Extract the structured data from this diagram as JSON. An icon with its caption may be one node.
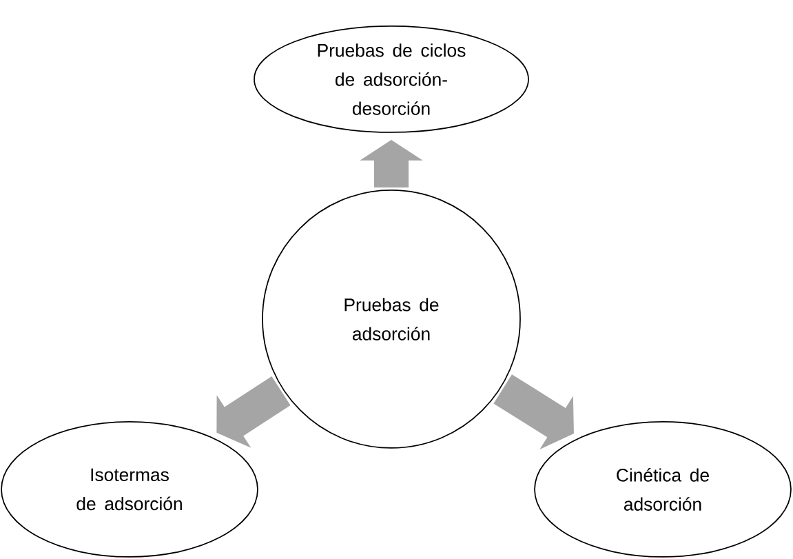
{
  "diagram": {
    "nodes": [
      {
        "text": [
          "Pruebas de adsorción"
        ]
      },
      {
        "text": [
          "Pruebas de ciclos de adsorción-desorción"
        ]
      },
      {
        "text": [
          "Isotermas de adsorción"
        ]
      },
      {
        "text": [
          "Cinética de adsorción"
        ]
      }
    ],
    "edges": [
      {
        "from": 0,
        "to": 1,
        "arrow": "to"
      },
      {
        "from": 0,
        "to": 2,
        "arrow": "to"
      },
      {
        "from": 0,
        "to": 3,
        "arrow": "to"
      }
    ]
  }
}
